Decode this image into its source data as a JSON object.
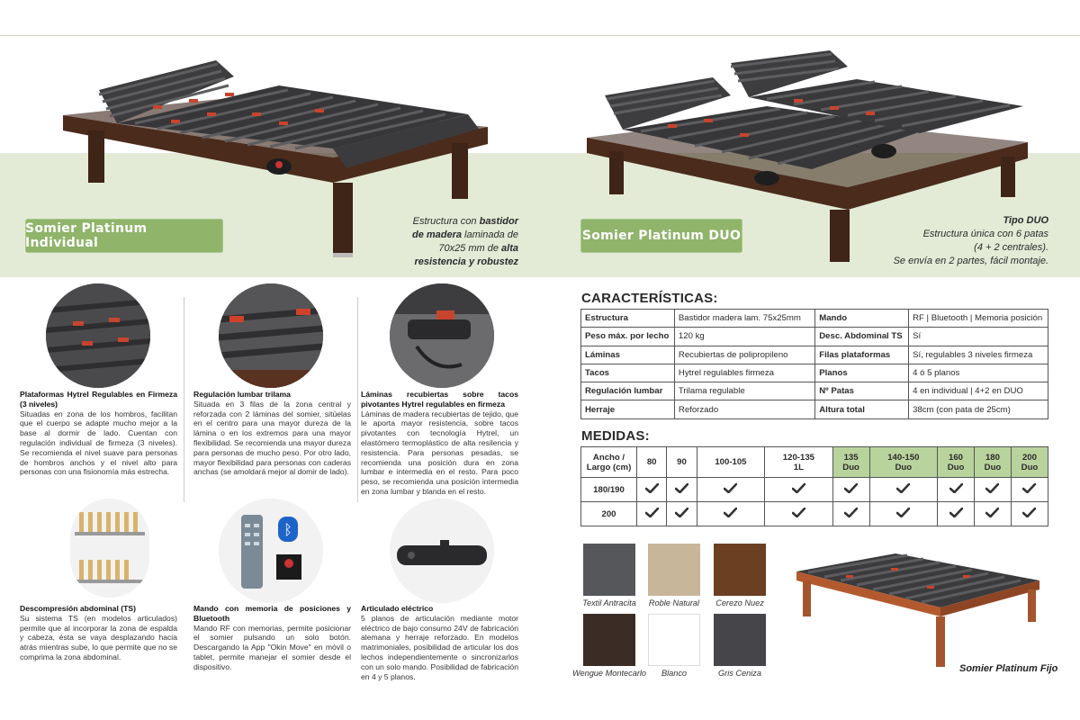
{
  "hero": {
    "individual_label": "Somier Platinum Individual",
    "duo_label": "Somier Platinum DUO",
    "individual_note": {
      "line1_a": "Estructura con ",
      "line1_b": "bastidor",
      "line2_a": "de madera",
      "line2_b": " laminada de",
      "line3_a": "70x25 mm de ",
      "line3_b": "alta",
      "line4": "resistencia y robustez"
    },
    "duo_note": {
      "line1": "Tipo DUO",
      "line2": "Estructura única con 6 patas",
      "line3": "(4 + 2 centrales).",
      "line4": "Se envía en 2 partes, fácil montaje."
    }
  },
  "features": [
    {
      "title": "Plataformas Hytrel Regulables en Firmeza (3 niveles)",
      "body": "Situadas en zona de los hombros, facilitan que el cuerpo se adapte mucho mejor a la base al dormir de lado. Cuentan con regulación individual de firmeza (3 niveles). Se recomienda el nivel suave para personas de hombros anchos y el nivel alto para personas con una fisionomía más estrecha."
    },
    {
      "title": "Regulación lumbar trilama",
      "body": "Situada en 3 filas de la zona central y reforzada con 2 láminas del somier, sitúelas en el centro para una mayor dureza de la lámina o en los extremos para una mayor flexibilidad. Se recomienda una mayor dureza para personas de mucho peso. Por otro lado, mayor flexibilidad para personas con caderas anchas (se amoldará mejor al domir de lado)."
    },
    {
      "title": "Láminas recubiertas sobre tacos pivotantes Hytrel regulables en firmeza",
      "body": "Láminas de madera recubiertas de tejido, que le aporta mayor resistencia, sobre tacos pivotantes con tecnología Hytrel, un elastómero termoplástico de alta resilencia y resistencia. Para personas pesadas, se recomienda una posición dura en zona lumbar e intermedia en el resto. Para poco peso, se recomienda una posición intermedia en zona lumbar y blanda en el resto."
    },
    {
      "title": "Descompresión abdominal (TS)",
      "body": "Su sistema TS (en modelos articulados) permite que al incorporar la zona de espalda y cabeza, ésta se vaya desplazando hacia atrás mientras sube, lo que permite que no se comprima la zona abdominal."
    },
    {
      "title": "Mando con memoria de posiciones y Bluetooth",
      "body": "Mando RF con memorias, permite posicionar el somier pulsando un solo botón. Descargando la App \"Okin Move\" en móvil o tablet, permite manejar el somier desde el dispositivo."
    },
    {
      "title": "Articulado eléctrico",
      "body": "5 planos de articulación mediante motor eléctrico de bajo consumo 24V de fabricación alemana y herraje reforzado. En modelos matrimoniales, posibilidad de articular los dos lechos independientemente o sincronizarlos con un solo mando. Posibilidad de fabricación en 4 y 5 planos."
    }
  ],
  "characteristics": {
    "heading": "CARACTERÍSTICAS:",
    "rows": [
      [
        "Estructura",
        "Bastidor madera lam. 75x25mm",
        "Mando",
        "RF | Bluetooth | Memoria posición"
      ],
      [
        "Peso máx. por lecho",
        "120 kg",
        "Desc. Abdominal TS",
        "Sí"
      ],
      [
        "Láminas",
        "Recubiertas de polipropileno",
        "Filas plataformas",
        "Sí, regulables 3 niveles firmeza"
      ],
      [
        "Tacos",
        "Hytrel regulables firmeza",
        "Planos",
        "4 ó 5 planos"
      ],
      [
        "Regulación lumbar",
        "Trilama regulable",
        "Nº Patas",
        "4 en individual | 4+2 en DUO"
      ],
      [
        "Herraje",
        "Reforzado",
        "Altura total",
        "38cm (con pata de 25cm)"
      ]
    ]
  },
  "measures": {
    "heading": "MEDIDAS:",
    "corner_l1": "Ancho /",
    "corner_l2": "Largo (cm)",
    "columns": [
      {
        "l1": "80",
        "l2": "",
        "duo": false
      },
      {
        "l1": "90",
        "l2": "",
        "duo": false
      },
      {
        "l1": "100-105",
        "l2": "",
        "duo": false
      },
      {
        "l1": "120-135",
        "l2": "1L",
        "duo": false
      },
      {
        "l1": "135",
        "l2": "Duo",
        "duo": true
      },
      {
        "l1": "140-150",
        "l2": "Duo",
        "duo": true
      },
      {
        "l1": "160",
        "l2": "Duo",
        "duo": true
      },
      {
        "l1": "180",
        "l2": "Duo",
        "duo": true
      },
      {
        "l1": "200",
        "l2": "Duo",
        "duo": true
      }
    ],
    "rows": [
      {
        "label": "180/190",
        "available": [
          true,
          true,
          true,
          true,
          true,
          true,
          true,
          true,
          true
        ]
      },
      {
        "label": "200",
        "available": [
          true,
          true,
          true,
          true,
          true,
          true,
          true,
          true,
          true
        ]
      }
    ],
    "colors": {
      "duo_header": "#b9d39d"
    }
  },
  "finishes": [
    {
      "name": "Textil Antracita",
      "color": "#56575a"
    },
    {
      "name": "Roble Natural",
      "color": "#c8b69b"
    },
    {
      "name": "Cerezo Nuez",
      "color": "#6b3f22"
    },
    {
      "name": "Wengue Montecarlo",
      "color": "#3b2c25"
    },
    {
      "name": "Blanco",
      "color": "#ffffff"
    },
    {
      "name": "Gris Ceniza",
      "color": "#46454a"
    }
  ],
  "fijo_label": "Somier Platinum Fijo",
  "colors": {
    "accent": "#8fb46a",
    "band": "#e3ebd6",
    "wood_dark": "#4a2b1e",
    "wood_light": "#a5552e"
  }
}
